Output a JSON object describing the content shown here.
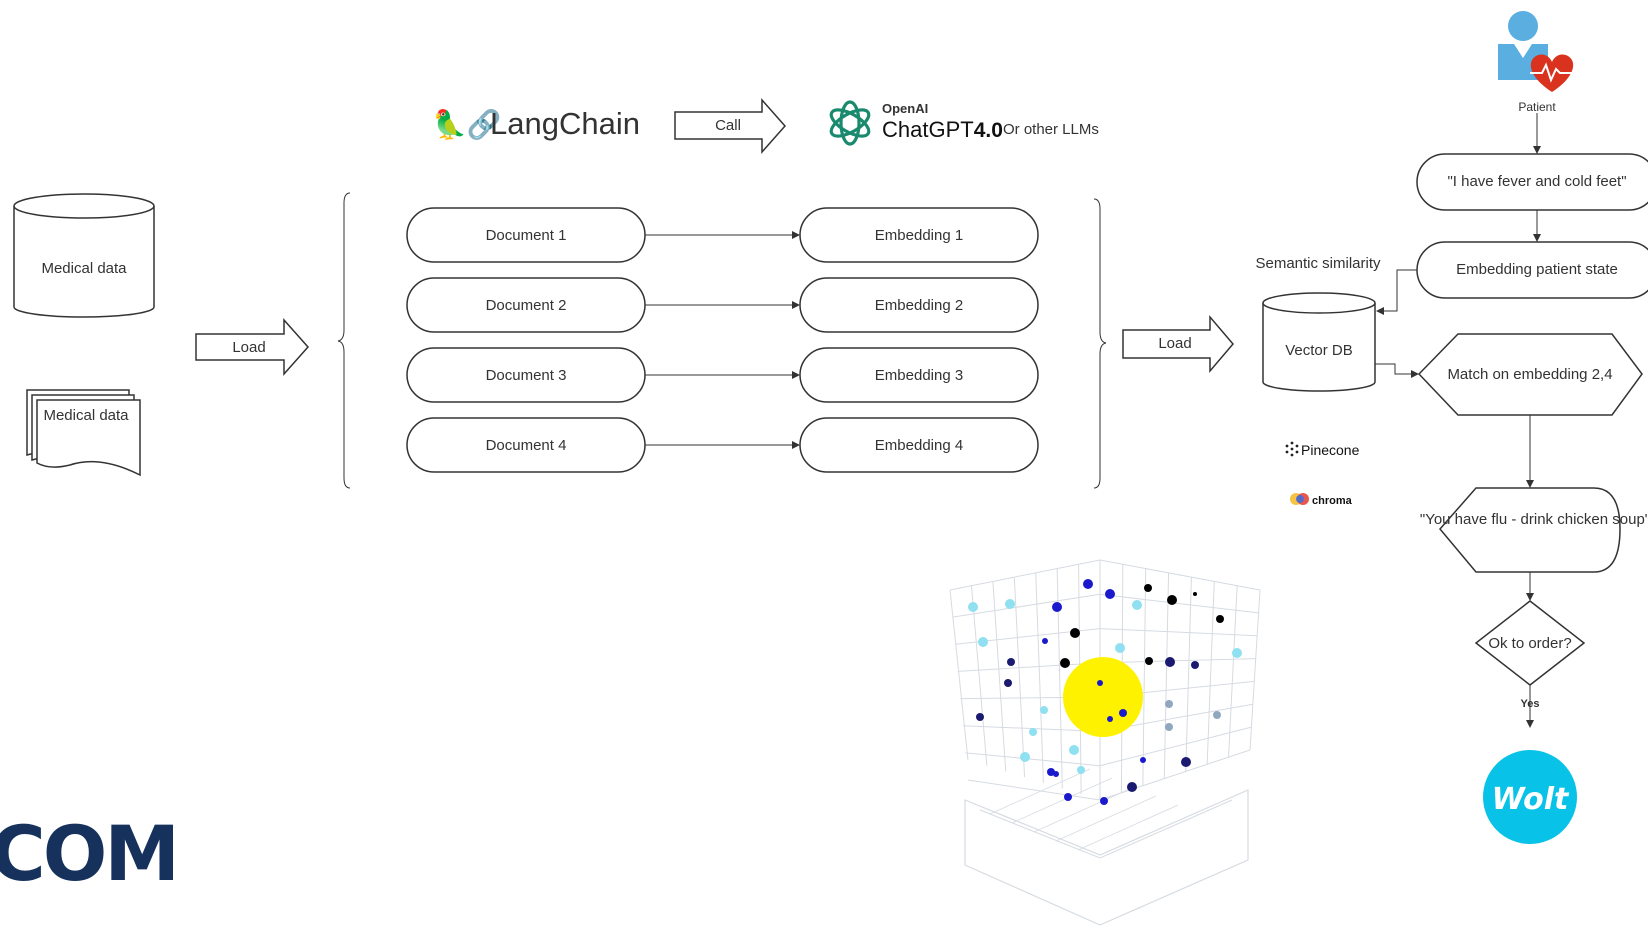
{
  "source": {
    "db_label": "Medical data",
    "docs_label": "Medical data"
  },
  "load_left": "Load",
  "load_right": "Load",
  "call_label": "Call",
  "langchain": {
    "wordmark": "LangChain",
    "emoji": "🦜🔗"
  },
  "llm": {
    "vendor": "OpenAI",
    "product": "ChatGPT",
    "version": "4.0",
    "other": "Or other LLMs"
  },
  "documents": [
    "Document 1",
    "Document 2",
    "Document 3",
    "Document 4"
  ],
  "embeddings": [
    "Embedding 1",
    "Embedding 2",
    "Embedding 3",
    "Embedding 4"
  ],
  "vector": {
    "caption": "Semantic similarity",
    "db_label": "Vector DB",
    "logos": [
      "Pinecone",
      "chroma"
    ]
  },
  "flow": {
    "actor": "Patient",
    "complaint": "\"I have fever and cold feet\"",
    "embed": "Embedding patient state",
    "match": "Match on embedding 2,4",
    "answer": "\"You have flu - drink chicken soup\"",
    "decision": "Ok to order?",
    "yes": "Yes",
    "vendor": "Wolt"
  },
  "corner_brand": "COM",
  "colors": {
    "line": "#333333",
    "wolt": "#08c2e8",
    "patient_blue": "#5aaee0",
    "heart": "#d9321e",
    "highlight": "#fff200",
    "openai": "#1a8a6e",
    "brand_navy": "#16325c"
  },
  "icons": [
    "database-icon",
    "document-stack-icon",
    "arrow-icon",
    "patient-icon",
    "heart-pulse-icon",
    "openai-icon",
    "pinecone-icon",
    "chroma-icon",
    "wolt-logo",
    "vector-space-illustration"
  ]
}
